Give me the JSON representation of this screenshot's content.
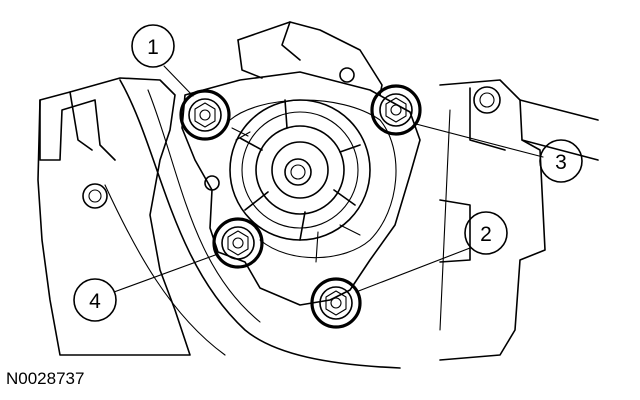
{
  "callouts": [
    {
      "label": "1"
    },
    {
      "label": "2"
    },
    {
      "label": "3"
    },
    {
      "label": "4"
    }
  ],
  "reference_code": "N0028737"
}
